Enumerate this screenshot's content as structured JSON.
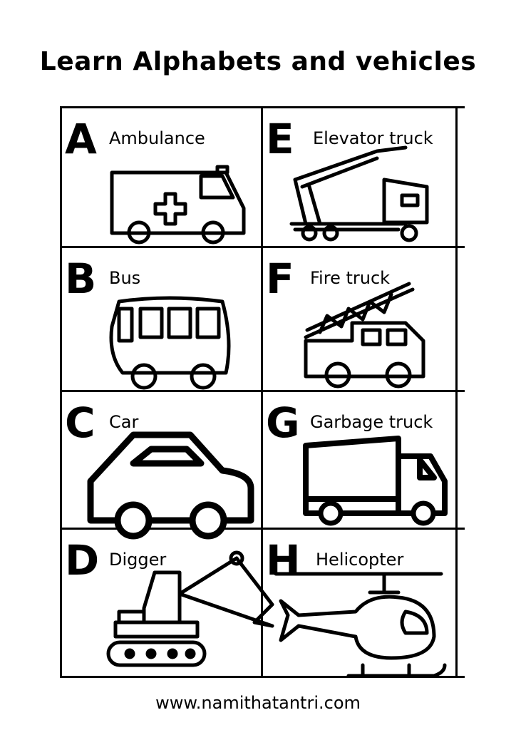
{
  "title": "Learn Alphabets and vehicles",
  "cells": [
    {
      "letter": "A",
      "label": "Ambulance",
      "icon": "ambulance-icon"
    },
    {
      "letter": "E",
      "label": "Elevator truck",
      "icon": "elevator-truck-icon"
    },
    {
      "letter": "B",
      "label": "Bus",
      "icon": "bus-icon"
    },
    {
      "letter": "F",
      "label": "Fire truck",
      "icon": "fire-truck-icon"
    },
    {
      "letter": "C",
      "label": "Car",
      "icon": "car-icon"
    },
    {
      "letter": "G",
      "label": "Garbage truck",
      "icon": "garbage-truck-icon"
    },
    {
      "letter": "D",
      "label": "Digger",
      "icon": "digger-icon"
    },
    {
      "letter": "H",
      "label": "Helicopter",
      "icon": "helicopter-icon"
    }
  ],
  "footer": "www.namithatantri.com"
}
